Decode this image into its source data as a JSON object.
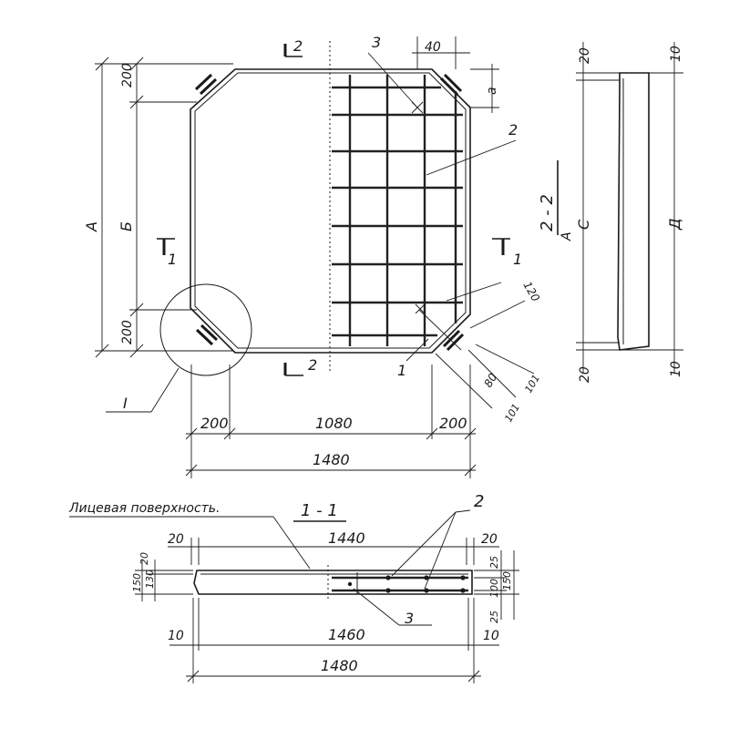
{
  "plan": {
    "dims_left": {
      "outer": "А",
      "inner": "Б",
      "top": "200",
      "bottom": "200"
    },
    "dims_bottom": {
      "left": "200",
      "middle": "1080",
      "right": "200",
      "total": "1480"
    },
    "top_labels": {
      "section_mark": "2",
      "callout_3": "3",
      "dim_40": "40",
      "dim_a": "а"
    },
    "callout_2": "2",
    "callout_1": "1",
    "section_left": "1",
    "section_right": "1",
    "section_bottom": "2",
    "detail": "I",
    "corner_dims": {
      "d120": "120",
      "d80": "80",
      "d101a": "101",
      "d101b": "101"
    }
  },
  "section22": {
    "title": "2 - 2",
    "sub": "А",
    "dims": {
      "top_left": "20",
      "top_right": "10",
      "side_left": "С",
      "side_right": "Д",
      "bottom_left": "20",
      "bottom_right": "10"
    }
  },
  "section11": {
    "face_label": "Лицевая поверхность.",
    "title": "1 - 1",
    "callout_2": "2",
    "callout_3": "3",
    "top": {
      "left": "20",
      "middle": "1440",
      "right": "20"
    },
    "left": {
      "outer": "150",
      "inner": "130",
      "top": "20"
    },
    "right": {
      "d25a": "25",
      "d100": "100",
      "d150": "150",
      "d25b": "25"
    },
    "bottom": {
      "left": "10",
      "middle": "1460",
      "right": "10",
      "total": "1480"
    }
  }
}
